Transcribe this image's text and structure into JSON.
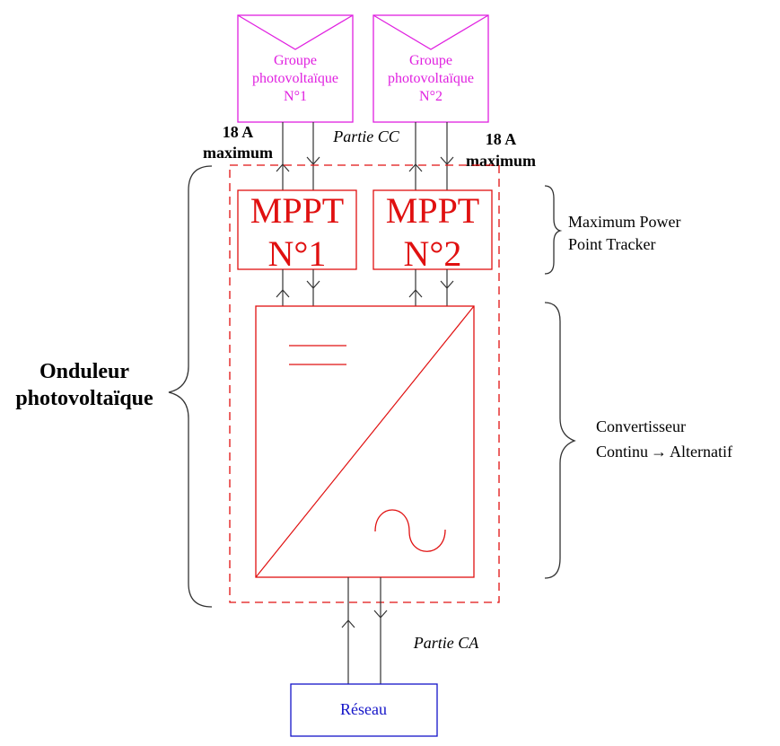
{
  "pv_groups": [
    {
      "lines": [
        "Groupe",
        "photovoltaïque",
        "N°1"
      ]
    },
    {
      "lines": [
        "Groupe",
        "photovoltaïque",
        "N°2"
      ]
    }
  ],
  "current_limits": [
    {
      "lines": [
        "18 A",
        "maximum"
      ]
    },
    {
      "lines": [
        "18 A",
        "maximum"
      ]
    }
  ],
  "dc_part_label": "Partie CC",
  "ac_part_label": "Partie CA",
  "mppt_boxes": [
    {
      "lines": [
        "MPPT",
        "N°1"
      ]
    },
    {
      "lines": [
        "MPPT",
        "N°2"
      ]
    }
  ],
  "mppt_description": {
    "lines": [
      "Maximum Power",
      "Point Tracker"
    ]
  },
  "converter_description": {
    "lines": [
      "Convertisseur",
      "Continu",
      "→",
      "Alternatif"
    ]
  },
  "inverter_label": {
    "lines": [
      "Onduleur",
      "photovoltaïque"
    ]
  },
  "grid_label": "Réseau",
  "colors": {
    "pv": "#e020e0",
    "mppt": "#e01010",
    "grid": "#1414c8",
    "wire": "#333333"
  }
}
